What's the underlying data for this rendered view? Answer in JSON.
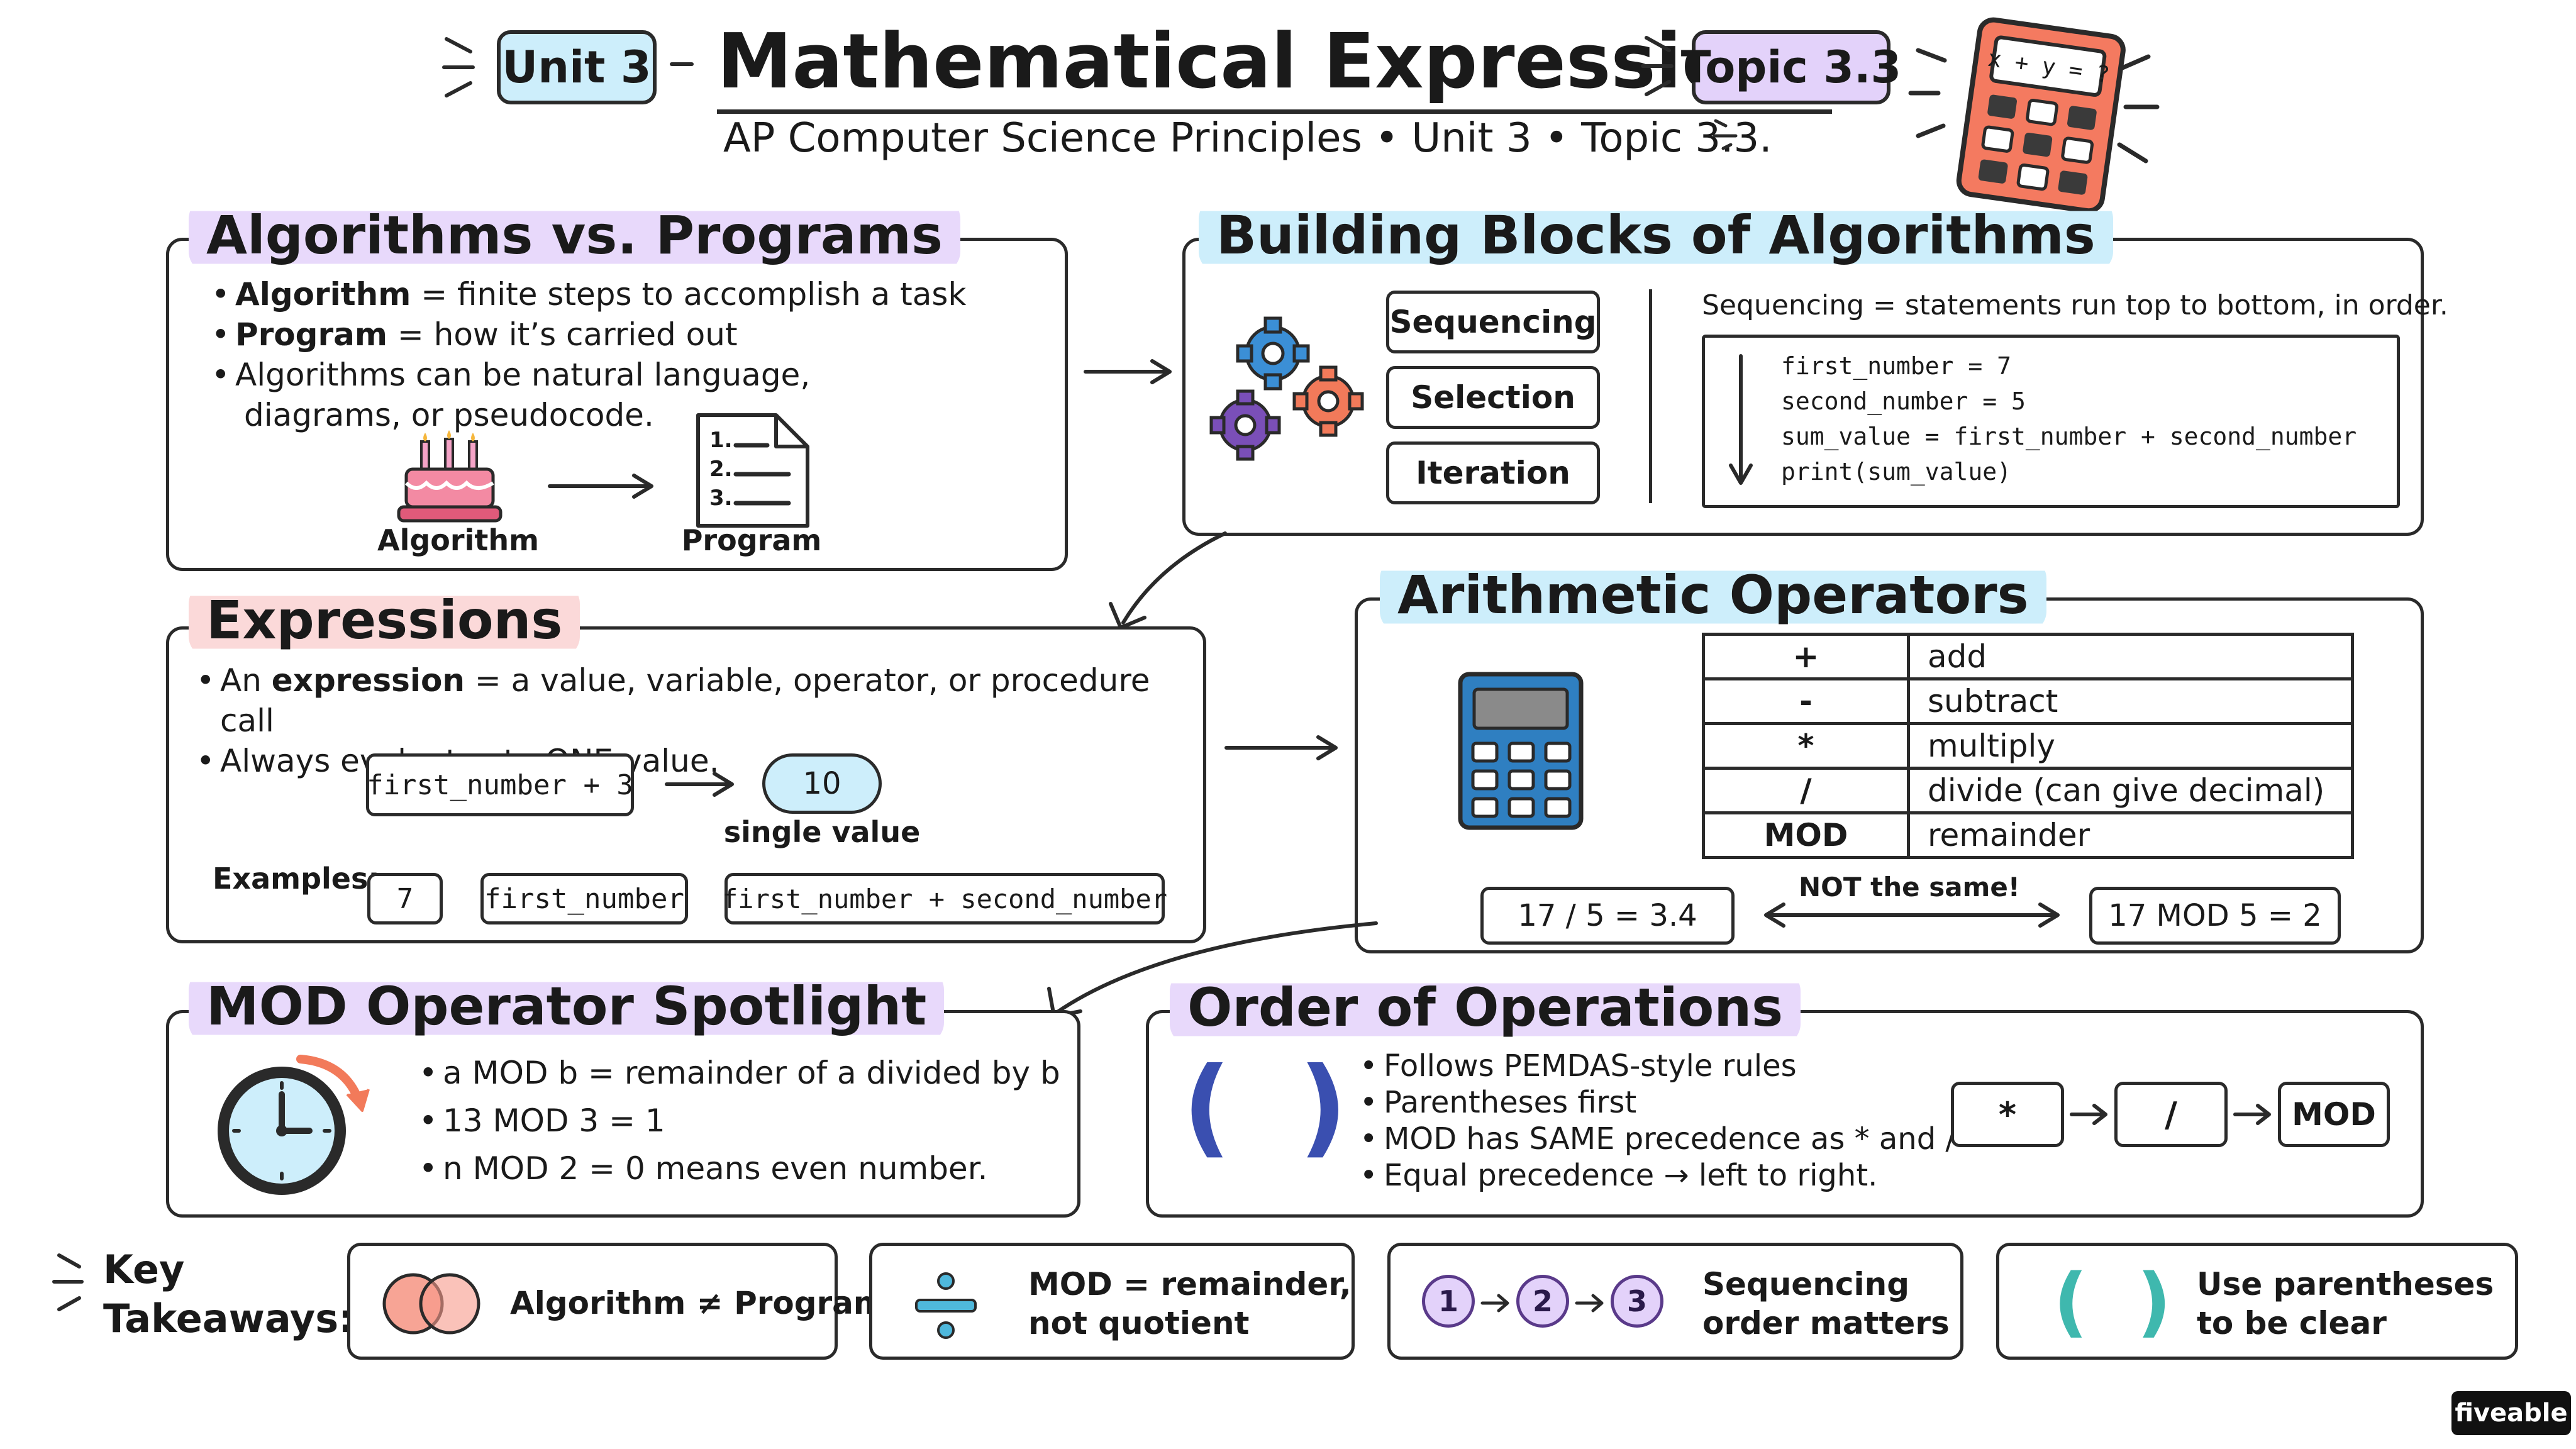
{
  "header": {
    "unit_badge": "Unit 3",
    "title": "Mathematical Expressions",
    "topic_badge": "Topic 3.3",
    "subtitle": "AP Computer Science Principles • Unit 3 • Topic 3.3.",
    "calculator_screen": "x + y = ?"
  },
  "algorithms_vs_programs": {
    "title": "Algorithms vs. Programs",
    "bullets": [
      {
        "term": "Algorithm",
        "text": " = finite steps to accomplish a task"
      },
      {
        "term": "Program",
        "text": " = how it’s carried out"
      },
      {
        "term": "",
        "text": "Algorithms can be natural language,"
      }
    ],
    "bullet_continuation": "diagrams, or pseudocode.",
    "algorithm_label": "Algorithm",
    "program_label": "Program",
    "list_numbers": [
      "1.",
      "2.",
      "3."
    ]
  },
  "building_blocks": {
    "title": "Building Blocks of Algorithms",
    "blocks": [
      "Sequencing",
      "Selection",
      "Iteration"
    ],
    "description": "Sequencing = statements run top to bottom, in order.",
    "code_lines": [
      "first_number = 7",
      "second_number = 5",
      "sum_value = first_number + second_number",
      "print(sum_value)"
    ]
  },
  "expressions": {
    "title": "Expressions",
    "bullets": [
      {
        "pre": "An ",
        "term": "expression",
        "text": " = a value, variable, operator, or procedure call"
      },
      {
        "pre": "",
        "term": "",
        "text": "Always evaluates to ONE value."
      }
    ],
    "example_expression": "first_number + 3",
    "result_value": "10",
    "result_label": "single value",
    "examples_label": "Examples:",
    "examples": [
      "7",
      "first_number",
      "first_number + second_number"
    ]
  },
  "arithmetic_operators": {
    "title": "Arithmetic Operators",
    "rows": [
      {
        "symbol": "+",
        "meaning": "add"
      },
      {
        "symbol": "-",
        "meaning": "subtract"
      },
      {
        "symbol": "*",
        "meaning": "multiply"
      },
      {
        "symbol": "/",
        "meaning": "divide (can give decimal)"
      },
      {
        "symbol": "MOD",
        "meaning": "remainder"
      }
    ],
    "division_example": "17 / 5 = 3.4",
    "mod_example": "17 MOD 5 = 2",
    "comparison_label": "NOT the same!"
  },
  "mod_spotlight": {
    "title": "MOD Operator Spotlight",
    "bullets": [
      "a MOD b = remainder of a divided by b",
      "13 MOD 3 = 1",
      "n MOD 2 = 0 means even number."
    ]
  },
  "order_of_operations": {
    "title": "Order of Operations",
    "parens_glyph": "( )",
    "bullets": [
      "Follows PEMDAS-style rules",
      "Parentheses first",
      "MOD has SAME precedence as * and /",
      "Equal precedence → left to right."
    ],
    "chain": [
      "*",
      "/",
      "MOD"
    ]
  },
  "key_takeaways": {
    "label_line1": "Key",
    "label_line2": "Takeaways:",
    "items": [
      {
        "line1": "Algorithm ≠ Program",
        "line2": ""
      },
      {
        "line1": "MOD = remainder,",
        "line2": "not quotient"
      },
      {
        "line1": "Sequencing",
        "line2": "order matters",
        "steps": [
          "1",
          "2",
          "3"
        ]
      },
      {
        "line1": "Use parentheses",
        "line2": "to be clear",
        "glyph": "( )"
      }
    ]
  },
  "brand": {
    "name": "fiveable"
  },
  "colors": {
    "purple_highlight": "#e8d9fb",
    "blue_highlight": "#cdeefb",
    "pink_highlight": "#fbd9d9",
    "calculator_red": "#f47a60",
    "calculator_blue": "#2f7fc1",
    "gear_blue": "#3b8fd6",
    "gear_orange": "#f27a5a",
    "gear_purple": "#7a4fb8"
  }
}
